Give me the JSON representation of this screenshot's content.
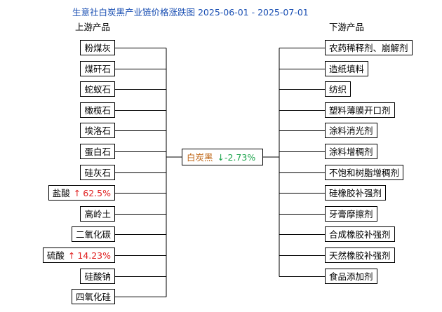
{
  "title": "生意社白炭黑产业链价格涨跌图 2025-06-01 - 2025-07-01",
  "upstream_label": "上游产品",
  "downstream_label": "下游产品",
  "center": {
    "name": "白炭黑",
    "arrow": "↓",
    "change": "-2.73%"
  },
  "upstream": [
    {
      "name": "粉煤灰"
    },
    {
      "name": "煤矸石"
    },
    {
      "name": "蛇蚁石"
    },
    {
      "name": "橄榄石"
    },
    {
      "name": "埃洛石"
    },
    {
      "name": "蛋白石"
    },
    {
      "name": "硅灰石"
    },
    {
      "name": "盐酸",
      "arrow": "↑",
      "change": "62.5%"
    },
    {
      "name": "高岭土"
    },
    {
      "name": "二氧化碳"
    },
    {
      "name": "硫酸",
      "arrow": "↑",
      "change": "14.23%"
    },
    {
      "name": "硅酸钠"
    },
    {
      "name": "四氧化硅"
    }
  ],
  "downstream": [
    {
      "name": "农药稀释剂、崩解剂"
    },
    {
      "name": "造纸填料"
    },
    {
      "name": "纺织"
    },
    {
      "name": "塑料薄膜开口剂"
    },
    {
      "name": "涂料消光剂"
    },
    {
      "name": "涂料增稠剂"
    },
    {
      "name": "不饱和树脂增稠剂"
    },
    {
      "name": "硅橡胶补强剂"
    },
    {
      "name": "牙膏摩擦剂"
    },
    {
      "name": "合成橡胶补强剂"
    },
    {
      "name": "天然橡胶补强剂"
    },
    {
      "name": "食品添加剂"
    }
  ]
}
